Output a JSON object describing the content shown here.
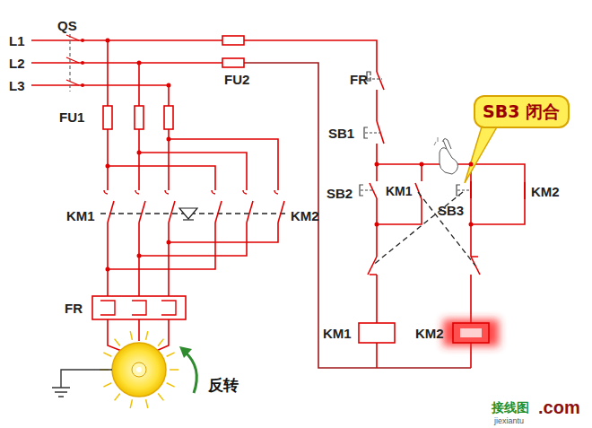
{
  "diagram": {
    "nodes": [
      {
        "text": [
          "SB3 闭合"
        ]
      }
    ],
    "labels": [
      "L1",
      "L2",
      "L3",
      "QS",
      "FU2",
      "FU1",
      "FR",
      "SB1",
      "SB2",
      "KM1",
      "SB3",
      "KM2",
      "KM1",
      "KM2",
      "FR",
      "KM1",
      "KM2",
      "反转",
      "接线图",
      "jiexiantu",
      ".com"
    ]
  }
}
